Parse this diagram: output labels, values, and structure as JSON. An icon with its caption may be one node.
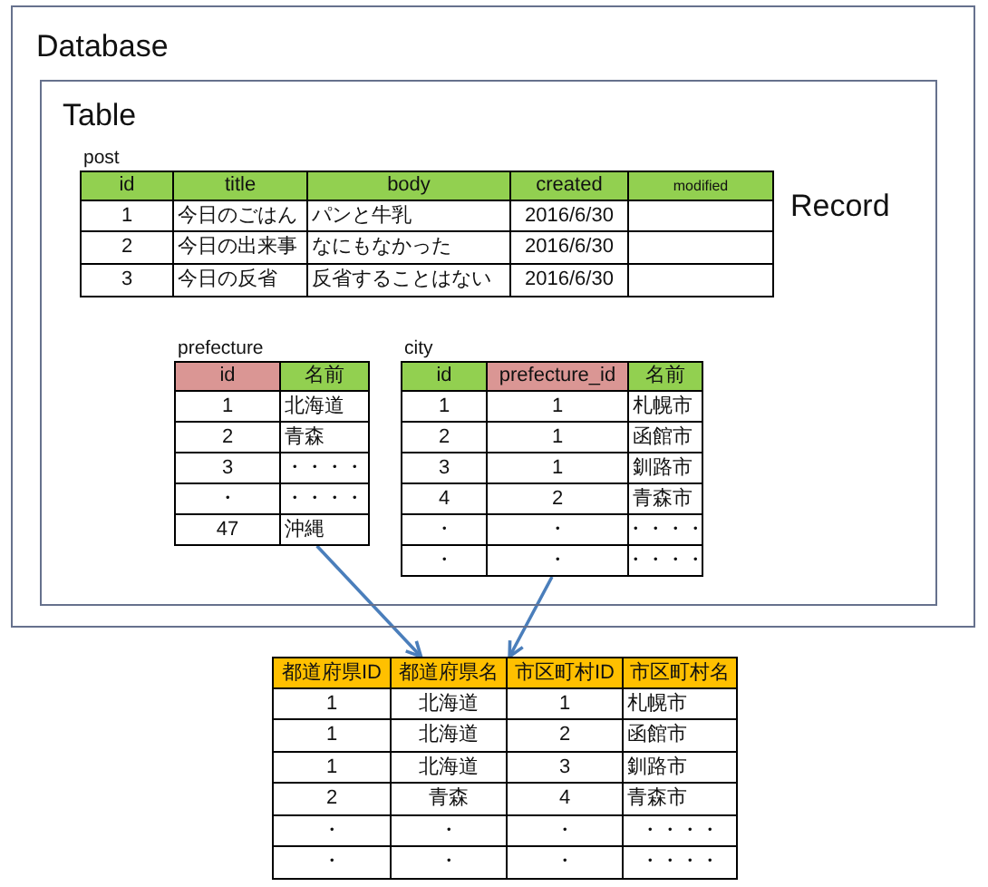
{
  "diagram": {
    "nodes": [
      {
        "text": [
          "Database"
        ]
      },
      {
        "text": [
          "Table"
        ],
        "in": 0
      },
      {
        "text": [
          "post",
          "id",
          "title",
          "body",
          "created",
          "modified",
          "1",
          "今日のごはん",
          "パンと牛乳",
          "2016/6/30",
          "2",
          "今日の出来事",
          "なにもなかった",
          "2016/6/30",
          "3",
          "今日の反省",
          "反省することはない",
          "2016/6/30"
        ],
        "beside": [
          "Record"
        ],
        "in": 1
      },
      {
        "text": [
          "prefecture",
          "id",
          "名前",
          "1",
          "北海道",
          "2",
          "青森",
          "3",
          "・・・・",
          "・",
          "・・・・",
          "47",
          "沖縄"
        ],
        "in": 1
      },
      {
        "text": [
          "city",
          "id",
          "prefecture_id",
          "名前",
          "1",
          "1",
          "札幌市",
          "2",
          "1",
          "函館市",
          "3",
          "1",
          "釧路市",
          "4",
          "2",
          "青森市",
          "・",
          "・",
          "・・・・",
          "・",
          "・",
          "・・・・"
        ],
        "in": 1
      },
      {
        "text": [
          "都道府県ID",
          "都道府県名",
          "市区町村ID",
          "市区町村名",
          "1",
          "北海道",
          "1",
          "札幌市",
          "1",
          "北海道",
          "2",
          "函館市",
          "1",
          "北海道",
          "3",
          "釧路市",
          "2",
          "青森",
          "4",
          "青森市",
          "・",
          "・",
          "・",
          "・・・・",
          "・",
          "・",
          "・",
          "・・・・"
        ]
      }
    ],
    "edges": [
      {
        "from": 3,
        "to": 5,
        "arrow": "to"
      },
      {
        "from": 4,
        "to": 5,
        "arrow": "to"
      }
    ]
  }
}
